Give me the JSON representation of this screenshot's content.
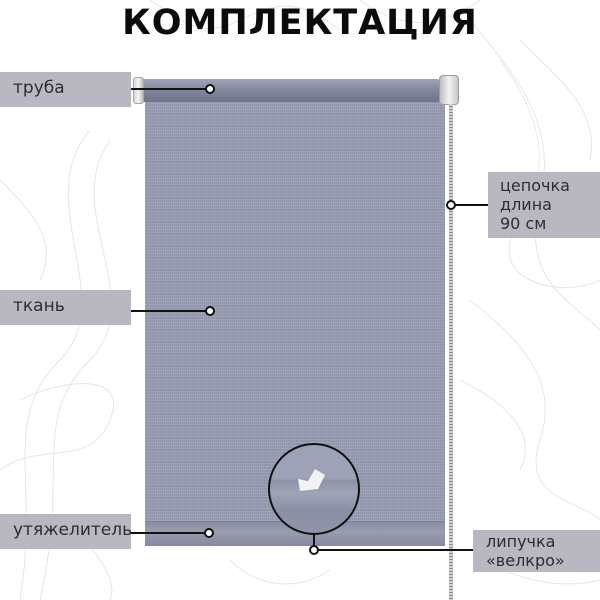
{
  "title": "КОМПЛЕКТАЦИЯ",
  "labels": {
    "tube": "труба",
    "fabric": "ткань",
    "weight_bar": "утяжелитель",
    "chain": [
      "цепочка",
      "длина",
      "90 см"
    ],
    "velcro": [
      "липучка",
      "«велкро»"
    ]
  },
  "colors": {
    "label_box": "#b9b8c0",
    "fabric": "#8f94ab",
    "title": "#0b0b0b",
    "callout_line": "#111111"
  }
}
